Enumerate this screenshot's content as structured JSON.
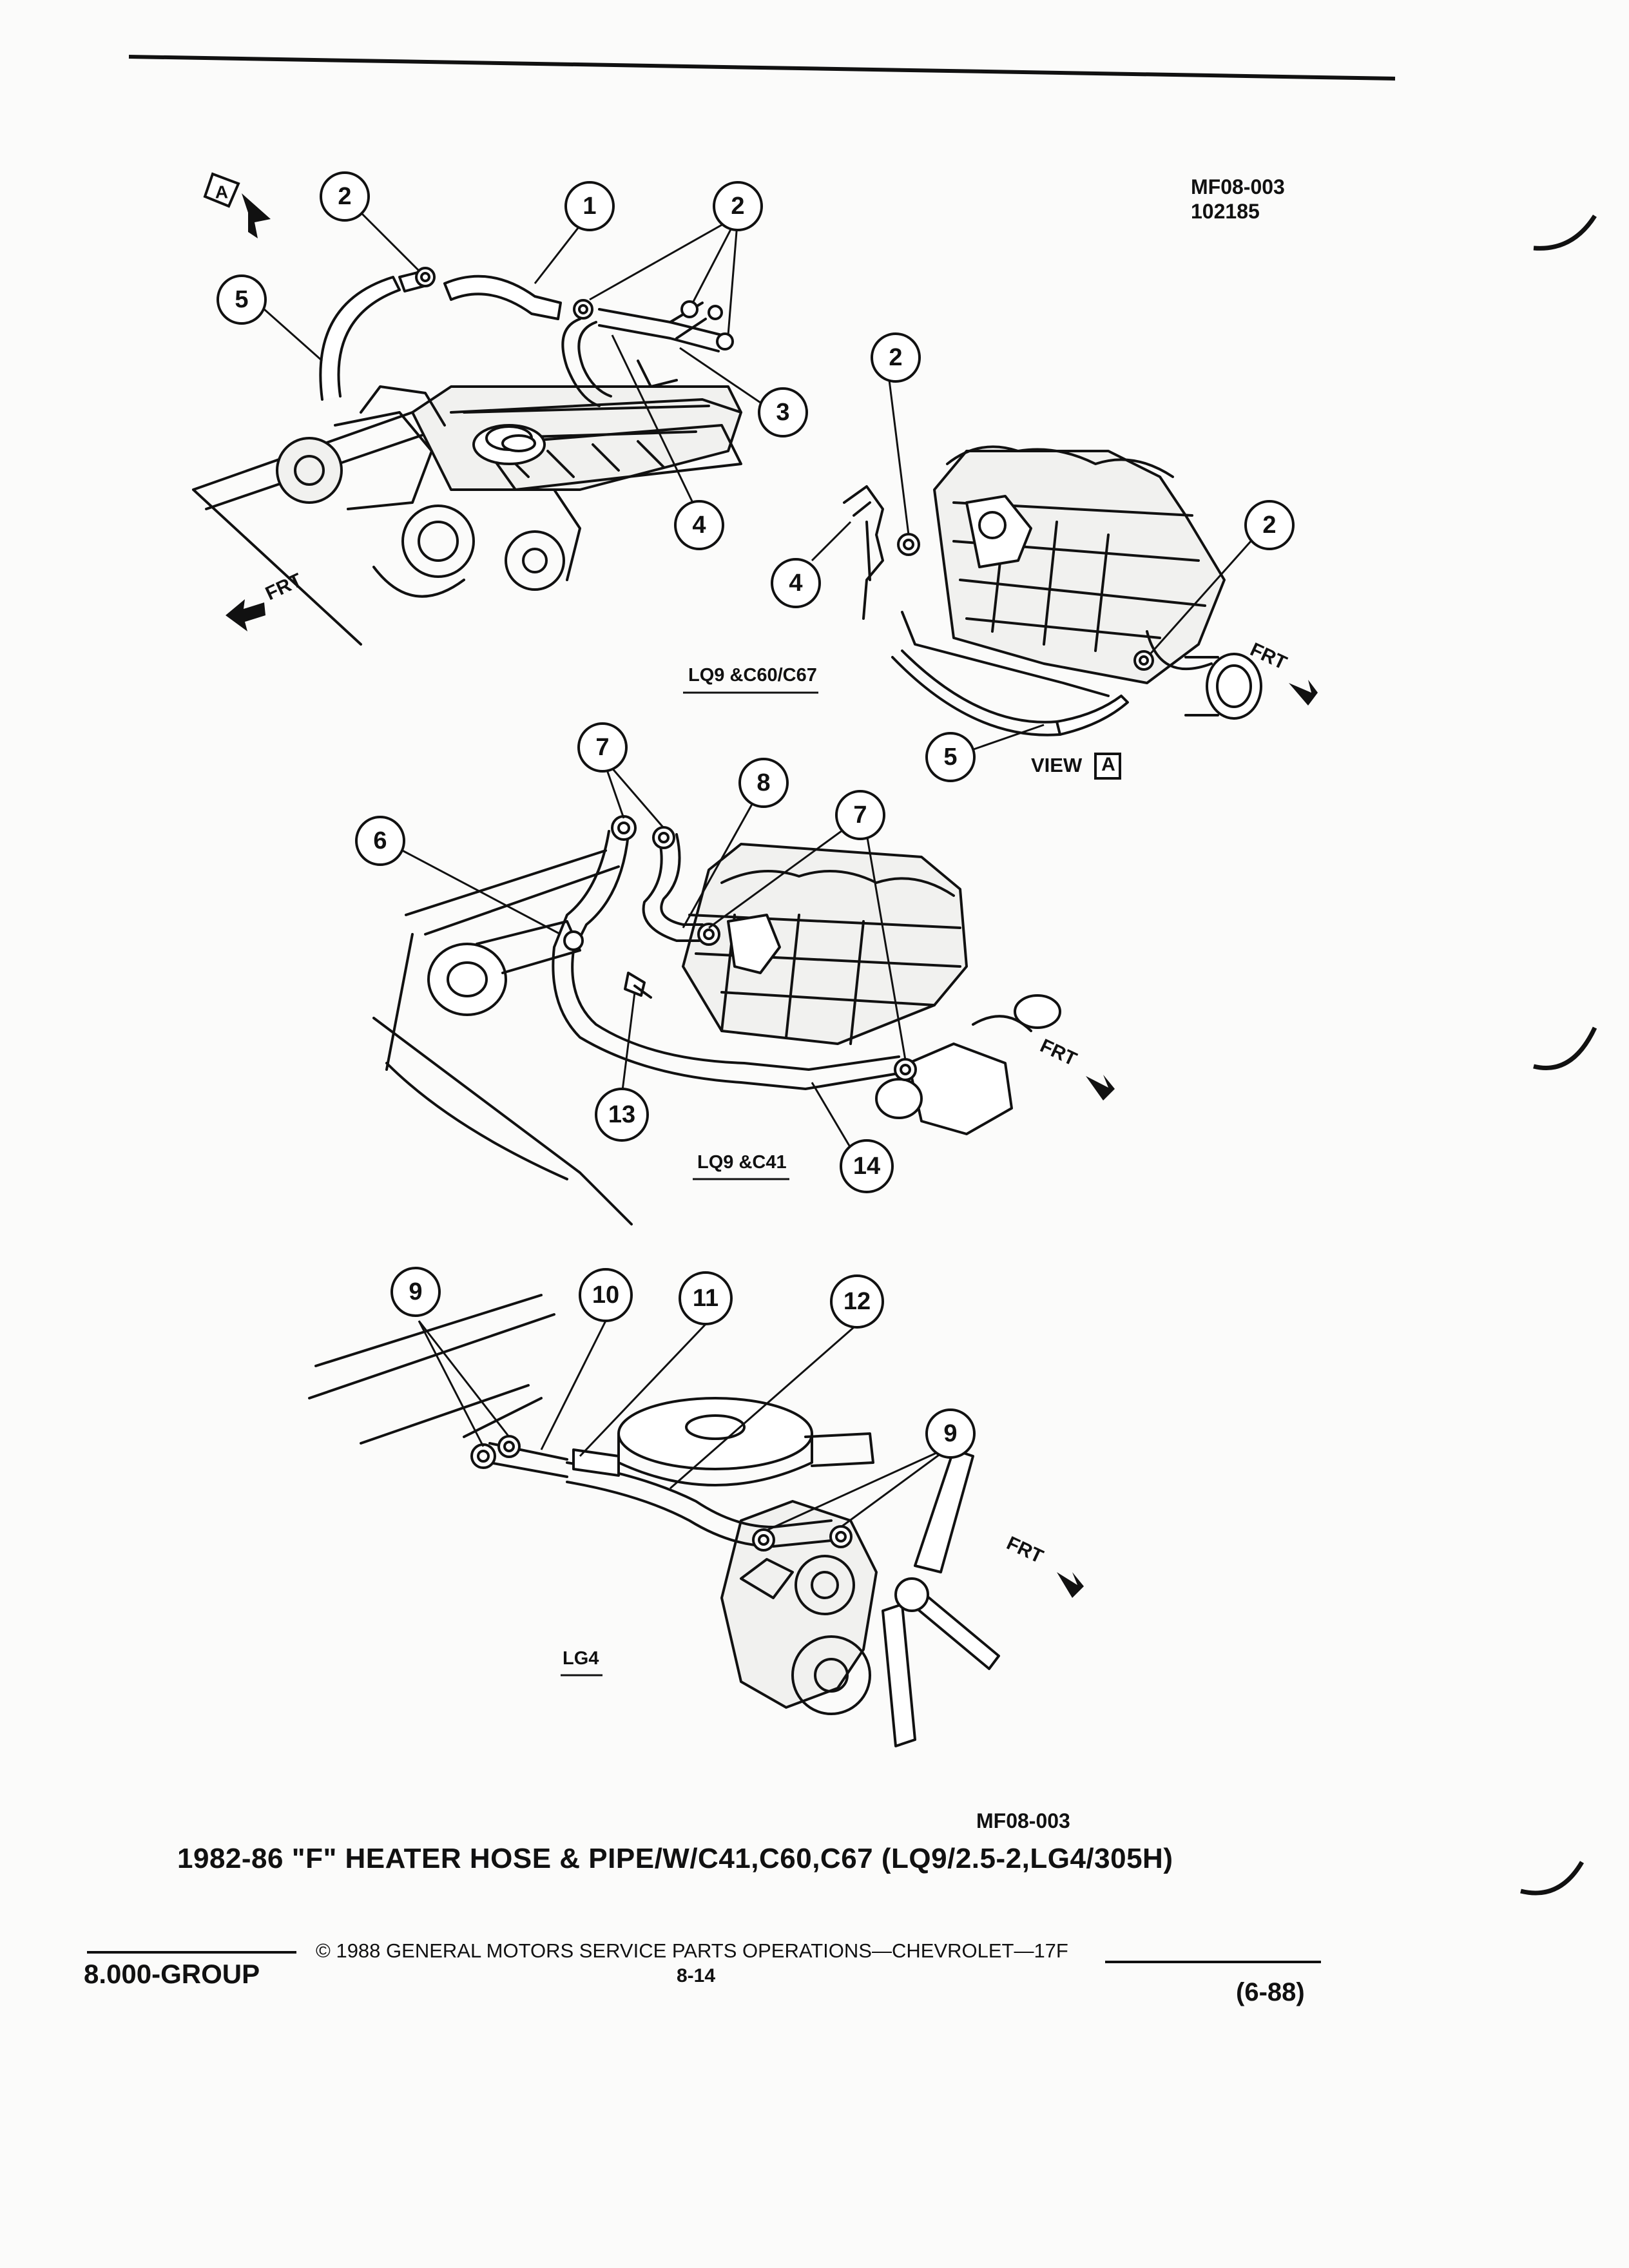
{
  "figure": {
    "code_top": "MF08-003",
    "code_date": "102185",
    "code_bottom": "MF08-003",
    "title": "1982-86 \"F\" HEATER HOSE & PIPE/W/C41,C60,C67 (LQ9/2.5-2,LG4/305H)"
  },
  "views": {
    "view1_label": "LQ9 &C60/C67",
    "view2_label": "LQ9 &C41",
    "view3_label": "LG4",
    "view_a_label": "VIEW",
    "view_a_letter": "A",
    "frt": "FRT",
    "view_a_marker": "A"
  },
  "callouts": {
    "c1": "1",
    "c2": "2",
    "c3": "3",
    "c4": "4",
    "c5": "5",
    "c6": "6",
    "c7": "7",
    "c8": "8",
    "c9": "9",
    "c10": "10",
    "c11": "11",
    "c12": "12",
    "c13": "13",
    "c14": "14"
  },
  "footer": {
    "group": "8.000-GROUP",
    "copyright": "© 1988 GENERAL MOTORS SERVICE PARTS OPERATIONS—CHEVROLET—17F",
    "page": "8-14",
    "date": "(6-88)"
  }
}
